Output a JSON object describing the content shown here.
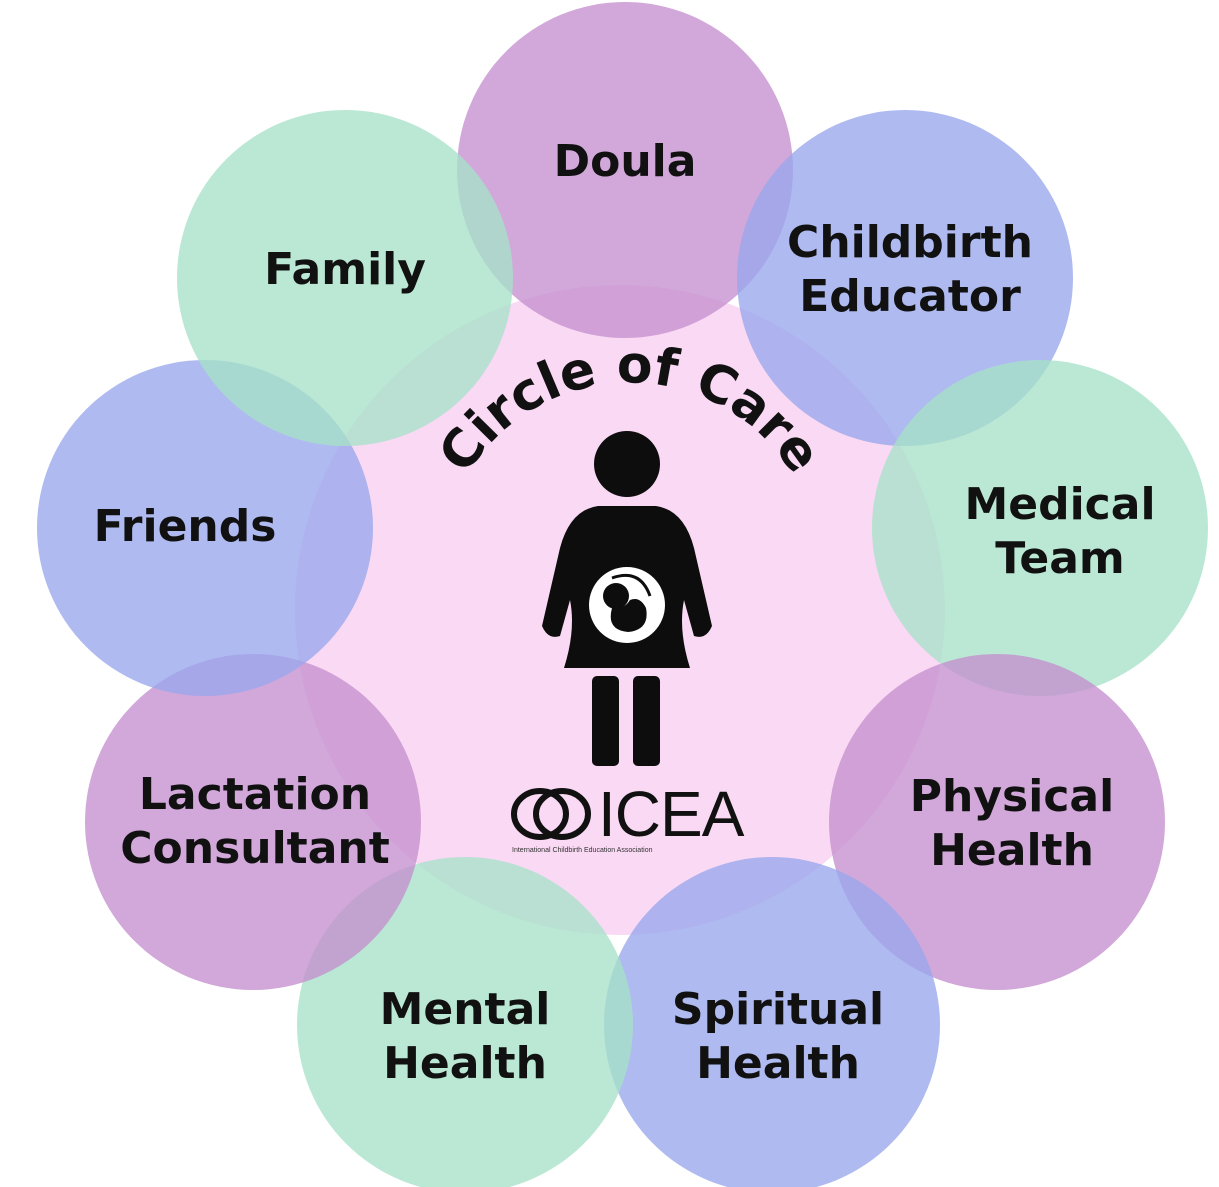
{
  "diagram": {
    "title": "Circle of Care",
    "center_figure": "pregnant-person-icon",
    "logo": {
      "text": "ICEA",
      "tagline": "International Childbirth Education Association"
    },
    "colors": {
      "background": "#ffffff",
      "center_fill": "#f9d9f3",
      "purple": "#c48fce",
      "blue": "#98a6ec",
      "green": "#a7e2c8",
      "figure": "#0d0d0d"
    },
    "nodes": [
      {
        "id": "doula",
        "lines": [
          "Doula"
        ],
        "color": "purple"
      },
      {
        "id": "childbirth-educator",
        "lines": [
          "Childbirth",
          "Educator"
        ],
        "color": "blue"
      },
      {
        "id": "medical-team",
        "lines": [
          "Medical",
          "Team"
        ],
        "color": "green"
      },
      {
        "id": "physical-health",
        "lines": [
          "Physical",
          "Health"
        ],
        "color": "purple"
      },
      {
        "id": "spiritual-health",
        "lines": [
          "Spiritual",
          "Health"
        ],
        "color": "blue"
      },
      {
        "id": "mental-health",
        "lines": [
          "Mental",
          "Health"
        ],
        "color": "green"
      },
      {
        "id": "lactation-consultant",
        "lines": [
          "Lactation",
          "Consultant"
        ],
        "color": "purple"
      },
      {
        "id": "friends",
        "lines": [
          "Friends"
        ],
        "color": "blue"
      },
      {
        "id": "family",
        "lines": [
          "Family"
        ],
        "color": "green"
      }
    ]
  }
}
